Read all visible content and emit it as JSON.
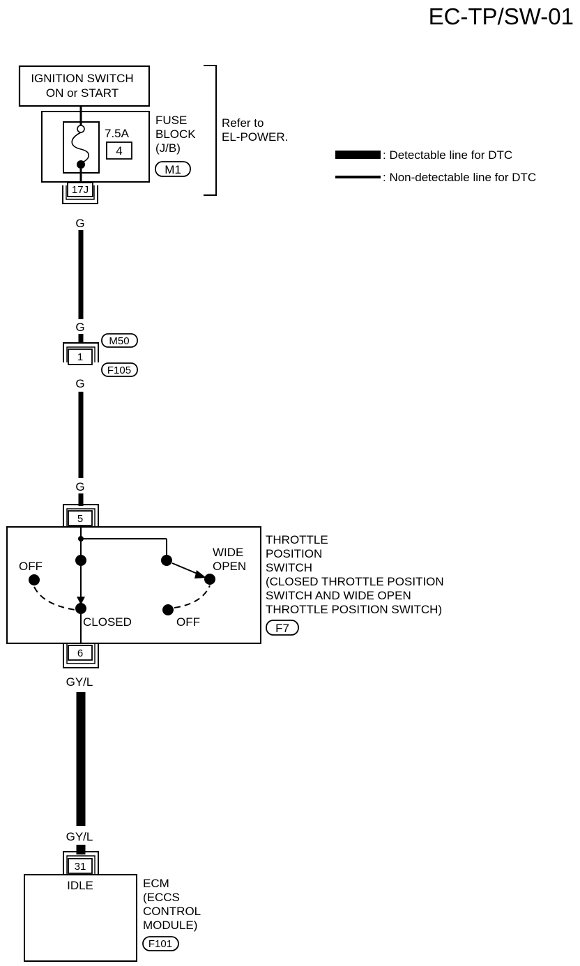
{
  "page_title": "EC-TP/SW-01",
  "ignition_switch": {
    "line1": "IGNITION SWITCH",
    "line2": "ON or START"
  },
  "fuse_block": {
    "amperage": "7.5A",
    "fuse_number": "4",
    "label_line1": "FUSE",
    "label_line2": "BLOCK",
    "label_line3": "(J/B)",
    "connector": "M1",
    "terminal": "17J"
  },
  "refer_note": {
    "line1": "Refer to",
    "line2": "EL-POWER."
  },
  "legend": {
    "detectable": ": Detectable line for DTC",
    "non_detectable": ": Non-detectable line for DTC"
  },
  "wire_colors": {
    "g_top": "G",
    "g_upper_mid": "G",
    "g_lower_mid": "G",
    "g_bottom": "G",
    "gyl_top": "GY/L",
    "gyl_bottom": "GY/L"
  },
  "joint_connector": {
    "terminal": "1",
    "connector_top": "M50",
    "connector_bottom": "F105"
  },
  "throttle_switch": {
    "terminal_in": "5",
    "terminal_out": "6",
    "off_left": "OFF",
    "closed": "CLOSED",
    "wide": "WIDE",
    "open": "OPEN",
    "off_right": "OFF",
    "label_line1": "THROTTLE",
    "label_line2": "POSITION",
    "label_line3": "SWITCH",
    "label_line4": "(CLOSED THROTTLE POSITION",
    "label_line5": "SWITCH AND WIDE OPEN",
    "label_line6": "THROTTLE POSITION SWITCH)",
    "connector": "F7"
  },
  "ecm": {
    "terminal": "31",
    "input": "IDLE",
    "label_line1": "ECM",
    "label_line2": "(ECCS",
    "label_line3": "CONTROL",
    "label_line4": "MODULE)",
    "connector": "F101"
  },
  "colors": {
    "ink": "#000000",
    "paper": "#ffffff"
  }
}
